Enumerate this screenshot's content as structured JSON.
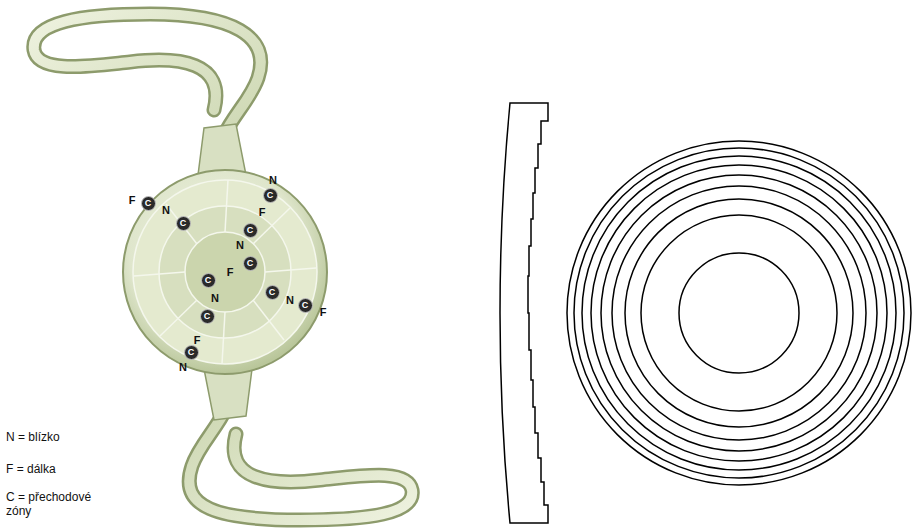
{
  "diagram": {
    "nodes": [
      {
        "text": [
          "C"
        ]
      },
      {
        "text": [
          "C"
        ]
      },
      {
        "text": [
          "C"
        ]
      },
      {
        "text": [
          "C"
        ]
      },
      {
        "text": [
          "C"
        ]
      },
      {
        "text": [
          "C"
        ]
      },
      {
        "text": [
          "C"
        ]
      },
      {
        "text": [
          "C"
        ]
      },
      {
        "text": [
          "C"
        ]
      },
      {
        "text": [
          "C"
        ]
      }
    ],
    "labels": [
      "N",
      "F",
      "F",
      "N",
      "N",
      "F",
      "N",
      "N",
      "F",
      "F",
      "N",
      "N = blízko",
      "F = dálka",
      "C = přechodové zóny"
    ]
  }
}
